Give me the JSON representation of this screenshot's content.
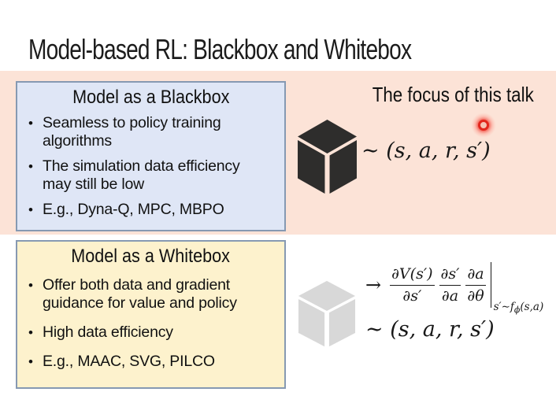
{
  "slide_title": "Model-based RL: Blackbox and Whitebox",
  "focus_label": "The focus of this talk",
  "blackbox_panel": {
    "title": "Model as a Blackbox",
    "bullets": [
      "Seamless to policy training\nalgorithms",
      "The simulation data efficiency\nmay still be low",
      "E.g., Dyna-Q, MPC, MBPO"
    ]
  },
  "whitebox_panel": {
    "title": "Model as a Whitebox",
    "bullets": [
      "Offer both data and gradient\nguidance for value and policy",
      "High data efficiency",
      "E.g., MAAC, SVG, PILCO"
    ]
  },
  "blackbox_math": {
    "expr": "∼ (s, a, r, s′)"
  },
  "whitebox_math": {
    "arrow": "→",
    "frac1": {
      "num": "∂V(s′)",
      "den": "∂s′"
    },
    "frac2": {
      "num": "∂s′",
      "den": "∂a"
    },
    "frac3": {
      "num": "∂a",
      "den": "∂θ"
    },
    "sub_pre": "s′∼f",
    "sub_phi": "ϕ",
    "sub_post": "(s,a)",
    "expr": "∼ (s, a, r, s′)"
  },
  "icons": {
    "blackbox_cube": "cube-3d-dark",
    "whitebox_cube": "cube-3d-light",
    "laser_dot": "laser-pointer"
  },
  "ui": {
    "bullet_char": "•"
  },
  "colors": {
    "peach_band": "#fce3d7",
    "blackbox_fill": "#dfe6f6",
    "whitebox_fill": "#fdf2cd",
    "panel_border": "#8699b2",
    "cube_dark": "#2e2d2c",
    "cube_light": "#d8d8d8",
    "laser_red": "#e2261c",
    "text": "#1a1a1a"
  }
}
